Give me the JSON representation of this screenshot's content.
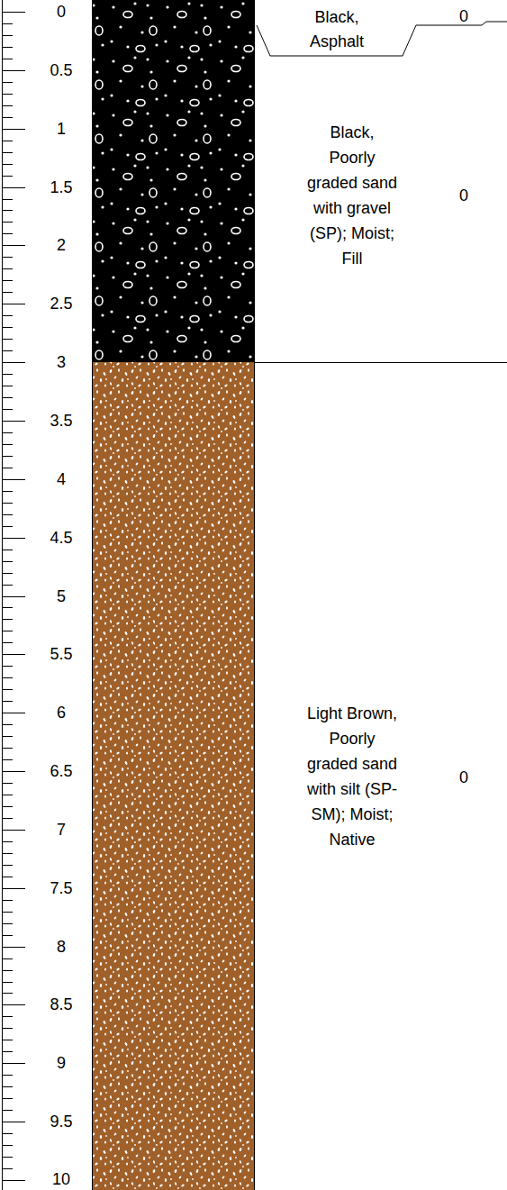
{
  "diagram": {
    "labels": [
      "0",
      "0.5",
      "1",
      "1.5",
      "2",
      "2.5",
      "3",
      "3.5",
      "4",
      "4.5",
      "5",
      "5.5",
      "6",
      "6.5",
      "7",
      "7.5",
      "8",
      "8.5",
      "9",
      "9.5",
      "10",
      "Black, Asphalt",
      "0",
      "Black, Poorly graded sand with gravel (SP); Moist; Fill",
      "0",
      "Light Brown, Poorly graded sand with silt (SP-SM); Moist; Native",
      "0"
    ]
  }
}
